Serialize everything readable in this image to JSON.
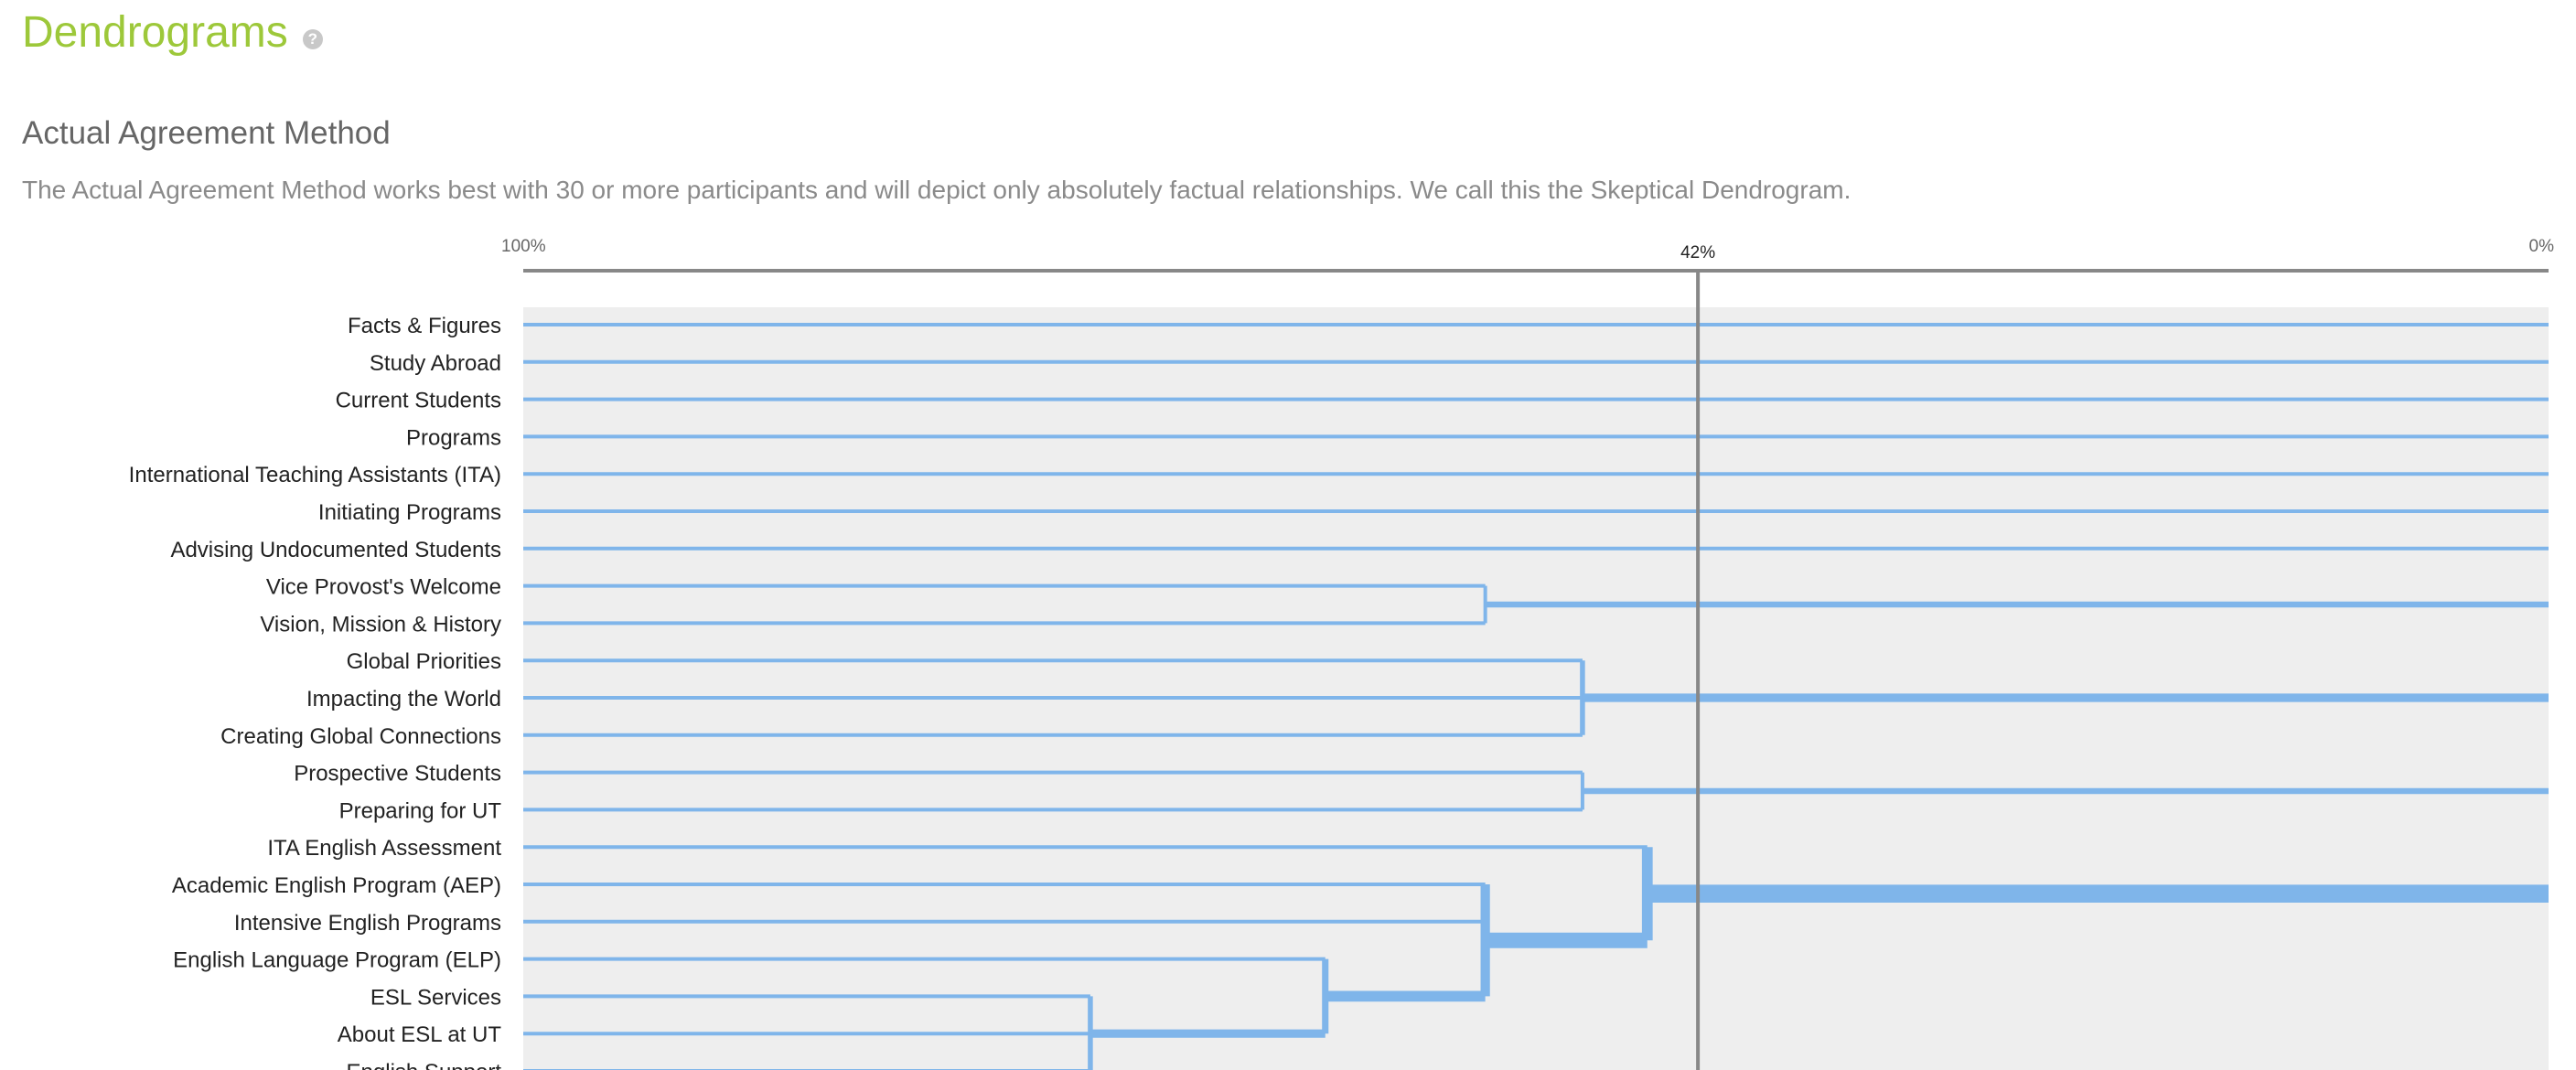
{
  "header": {
    "title": "Dendrograms",
    "help_icon": "question-circle-icon"
  },
  "section": {
    "title": "Actual Agreement Method",
    "description": "The Actual Agreement Method works best with 30 or more participants and will depict only absolutely factual relationships. We call this the Skeptical Dendrogram."
  },
  "colors": {
    "title": "#9dc83a",
    "branch": "#7fb5ea",
    "plot_background": "#eeeeee",
    "axis": "#888888",
    "cutoff": "#888888"
  },
  "chart_data": {
    "type": "dendrogram",
    "axis": {
      "label_left": "100%",
      "label_right": "0%",
      "domain": [
        100,
        0
      ],
      "cutoff": 42,
      "cutoff_label": "42%"
    },
    "leaves": [
      "Facts & Figures",
      "Study Abroad",
      "Current Students",
      "Programs",
      "International Teaching Assistants (ITA)",
      "Initiating Programs",
      "Advising Undocumented Students",
      "Vice Provost's Welcome",
      "Vision, Mission & History",
      "Global Priorities",
      "Impacting the World",
      "Creating Global Connections",
      "Prospective Students",
      "Preparing for UT",
      "ITA English Assessment",
      "Academic English Program (AEP)",
      "Intensive English Programs",
      "English Language Program (ELP)",
      "ESL Services",
      "About ESL at UT",
      "English Support"
    ],
    "clusters": [
      {
        "id": "c1",
        "members": [
          "Vice Provost's Welcome",
          "Vision, Mission & History"
        ],
        "agreement": 52.5
      },
      {
        "id": "c2",
        "members": [
          "Global Priorities",
          "Impacting the World",
          "Creating Global Connections"
        ],
        "agreement": 47.7
      },
      {
        "id": "c3",
        "members": [
          "Prospective Students",
          "Preparing for UT"
        ],
        "agreement": 47.7
      },
      {
        "id": "c4",
        "members": [
          "ESL Services",
          "About ESL at UT",
          "English Support"
        ],
        "agreement": 72.0
      },
      {
        "id": "c5",
        "members": [
          "English Language Program (ELP)",
          "c4"
        ],
        "agreement": 60.4
      },
      {
        "id": "c6",
        "members": [
          "Academic English Program (AEP)",
          "Intensive English Programs",
          "c5"
        ],
        "agreement": 52.5
      },
      {
        "id": "c7",
        "members": [
          "ITA English Assessment",
          "c6"
        ],
        "agreement": 44.5
      }
    ]
  }
}
